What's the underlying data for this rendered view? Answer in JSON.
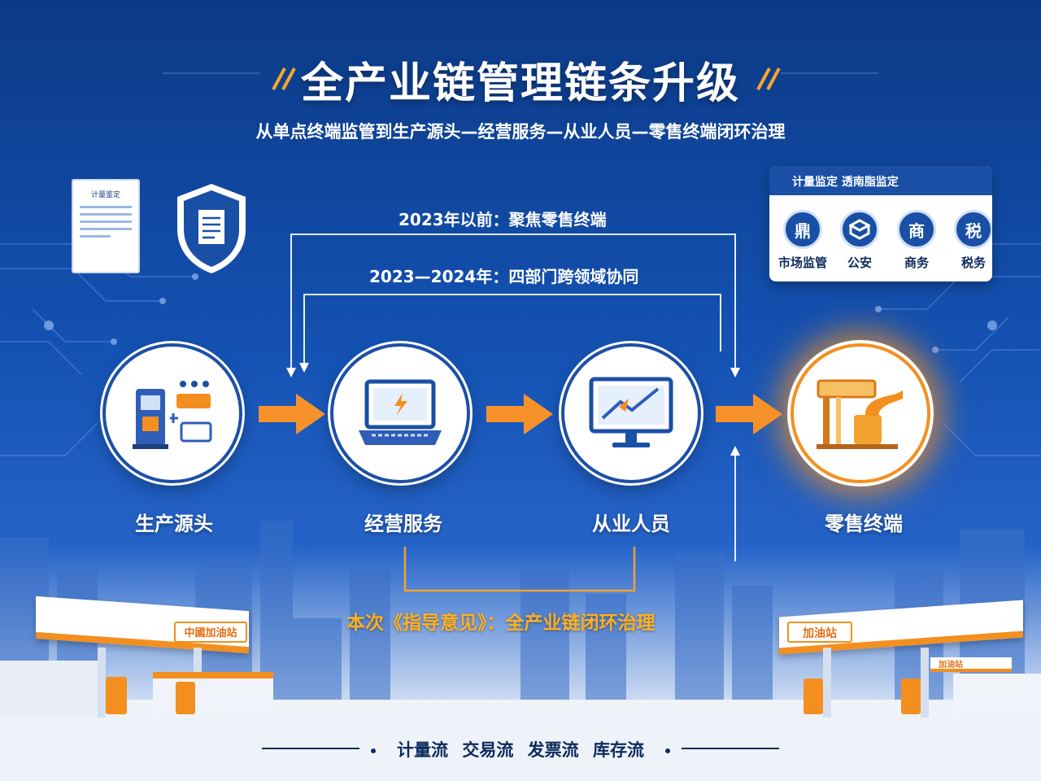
{
  "header": {
    "title": "全产业链管理链条升级",
    "subtitle": "从单点终端监管到生产源头—经营服务—从业人员—零售终端闭环治理"
  },
  "eras": {
    "before_2023": "2023年以前：聚焦零售终端",
    "y2023_2024": "2023—2024年：四部门跨领域协同"
  },
  "stages": [
    {
      "label": "生产源头",
      "icon": "fuel-dispenser-icon"
    },
    {
      "label": "经营服务",
      "icon": "laptop-icon"
    },
    {
      "label": "从业人员",
      "icon": "monitor-chart-icon"
    },
    {
      "label": "零售终端",
      "icon": "fuel-nozzle-icon"
    }
  ],
  "document": {
    "title": "计量鉴定"
  },
  "agency_card": {
    "header": "计量监定 透南脂监定",
    "agencies": [
      {
        "name": "市场监管",
        "glyph": "鼎"
      },
      {
        "name": "公安",
        "glyph": ""
      },
      {
        "name": "商务",
        "glyph": "商"
      },
      {
        "name": "税务",
        "glyph": "税"
      }
    ]
  },
  "guidance": "本次《指导意见》：全产业链闭环治理",
  "stations": {
    "left_sign": "中國加油站",
    "right_sign": "加油站",
    "right_small_sign": "加油站"
  },
  "flows": [
    "计量流",
    "交易流",
    "发票流",
    "库存流"
  ],
  "colors": {
    "primary": "#1452b3",
    "accent": "#f38f1f",
    "guide": "#ffb020"
  }
}
